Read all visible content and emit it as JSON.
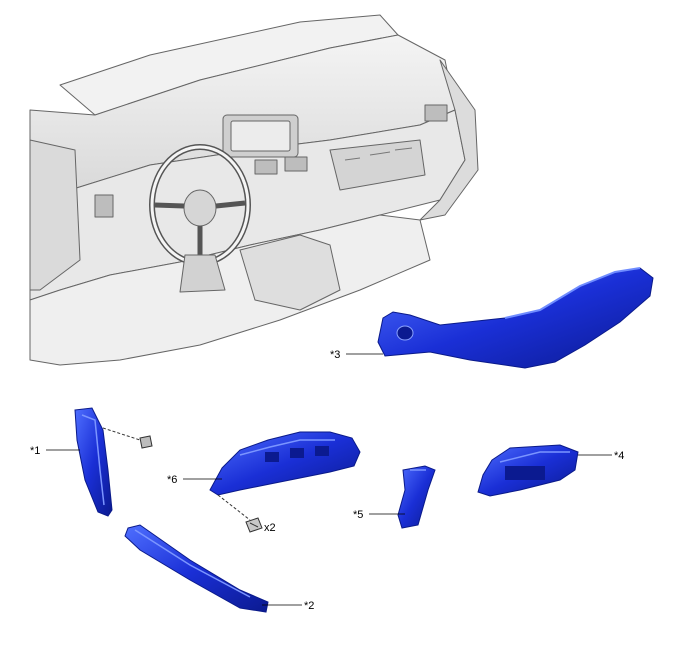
{
  "callouts": {
    "c1": "*1",
    "c2": "*2",
    "c3": "*3",
    "c4": "*4",
    "c5": "*5",
    "c6": "*6"
  },
  "quantity": "x2",
  "colors": {
    "part_blue": "#1a2fd6",
    "part_highlight": "#5a7bff",
    "part_shadow": "#0a1a8a",
    "dash_gray": "#e6e6e6",
    "dash_line": "#555555"
  }
}
